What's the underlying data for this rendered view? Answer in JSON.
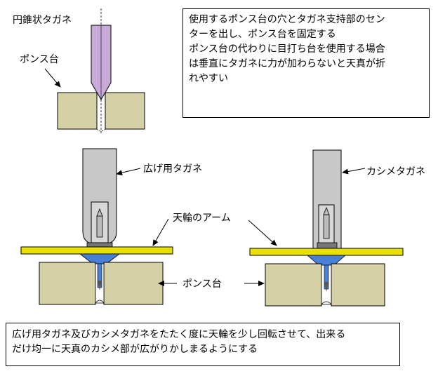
{
  "labels": {
    "conical_punch": "円錐状タガネ",
    "punch_block_top": "ポンス台",
    "spreading_punch": "広げ用タガネ",
    "balance_arm": "天輪のアーム",
    "staking_punch": "カシメタガネ",
    "punch_block_bottom": "ポンス台"
  },
  "note_top": {
    "lines": [
      "使用するポンス台の穴とタガネ支持部のセン",
      "ターを出し、ポンス台を固定する",
      "ポンス台の代わりに目打ち台を使用する場合",
      "は垂直にタガネに力が加わらないと天真が折",
      "れやすい"
    ]
  },
  "note_bottom": {
    "lines": [
      "広げ用タガネ及びカシメタガネをたたく度に天輪を少し回転させて、出来る",
      "だけ均一に天真のカシメ部が広がりかしまるようにする"
    ]
  },
  "colors": {
    "block": "#d6d0a6",
    "conical_punch": "#c9a9d8",
    "tool_body": "#c8c8c8",
    "balance_arm": "#e8e000",
    "collet_blue": "#4a7fd6"
  }
}
